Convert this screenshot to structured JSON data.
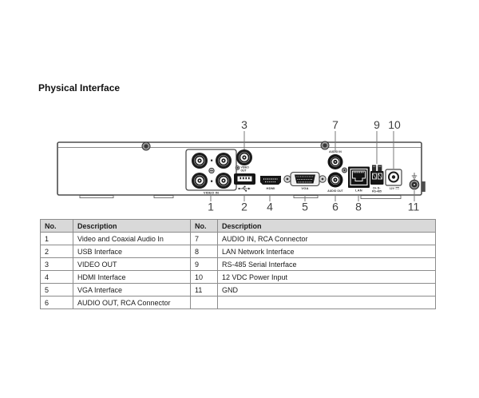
{
  "page": {
    "title": "Physical Interface"
  },
  "diagram": {
    "connector_labels": {
      "video_in": "VIDEO IN",
      "video_out_line1": "VIDEO",
      "video_out_line2": "OUT",
      "hdmi": "HDMI",
      "vga": "VGA",
      "audio_in": "AUDIO IN",
      "audio_out": "AUDIO OUT",
      "lan": "LAN",
      "rs485_pins": "D+ D-",
      "rs485": "RS-485",
      "power": "12V"
    },
    "callout_numbers": {
      "top": {
        "c3": "3",
        "c7": "7",
        "c9": "9",
        "c10": "10"
      },
      "bottom": {
        "c1": "1",
        "c2": "2",
        "c4": "4",
        "c5": "5",
        "c6": "6",
        "c8": "8",
        "c11": "11"
      }
    }
  },
  "table": {
    "headers": [
      "No.",
      "Description",
      "No.",
      "Description"
    ],
    "rows": [
      [
        "1",
        "Video and Coaxial Audio In",
        "7",
        "AUDIO IN, RCA Connector"
      ],
      [
        "2",
        "USB Interface",
        "8",
        "LAN Network Interface"
      ],
      [
        "3",
        "VIDEO OUT",
        "9",
        "RS-485 Serial Interface"
      ],
      [
        "4",
        "HDMI Interface",
        "10",
        "12 VDC Power Input"
      ],
      [
        "5",
        "VGA Interface",
        "11",
        "GND"
      ],
      [
        "6",
        "AUDIO OUT, RCA Connector",
        "",
        ""
      ]
    ]
  },
  "colors": {
    "table_header_bg": "#d9d9d9",
    "table_border": "#8c8c8c",
    "panel_stroke": "#4d4d4d",
    "text": "#1a1a1a"
  }
}
